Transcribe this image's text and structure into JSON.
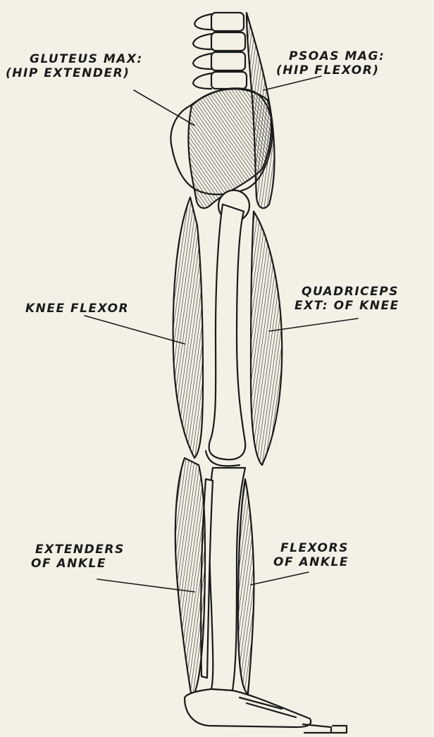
{
  "labels": {
    "gluteus_line1": "GLUTEUS MAX:",
    "gluteus_line2": "(HIP EXTENDER)",
    "psoas_line1": "PSOAS MAG:",
    "psoas_line2": "(HIP FLEXOR)",
    "knee_flexor": "KNEE FLEXOR",
    "quadriceps_line1": "QUADRICEPS",
    "quadriceps_line2": "EXT: OF KNEE",
    "extenders_line1": "EXTENDERS",
    "extenders_line2": "OF ANKLE",
    "flexors_line1": "FLEXORS",
    "flexors_line2": "OF ANKLE"
  },
  "colors": {
    "paper": "#f3f0e6",
    "ink": "#1a1a1a"
  }
}
